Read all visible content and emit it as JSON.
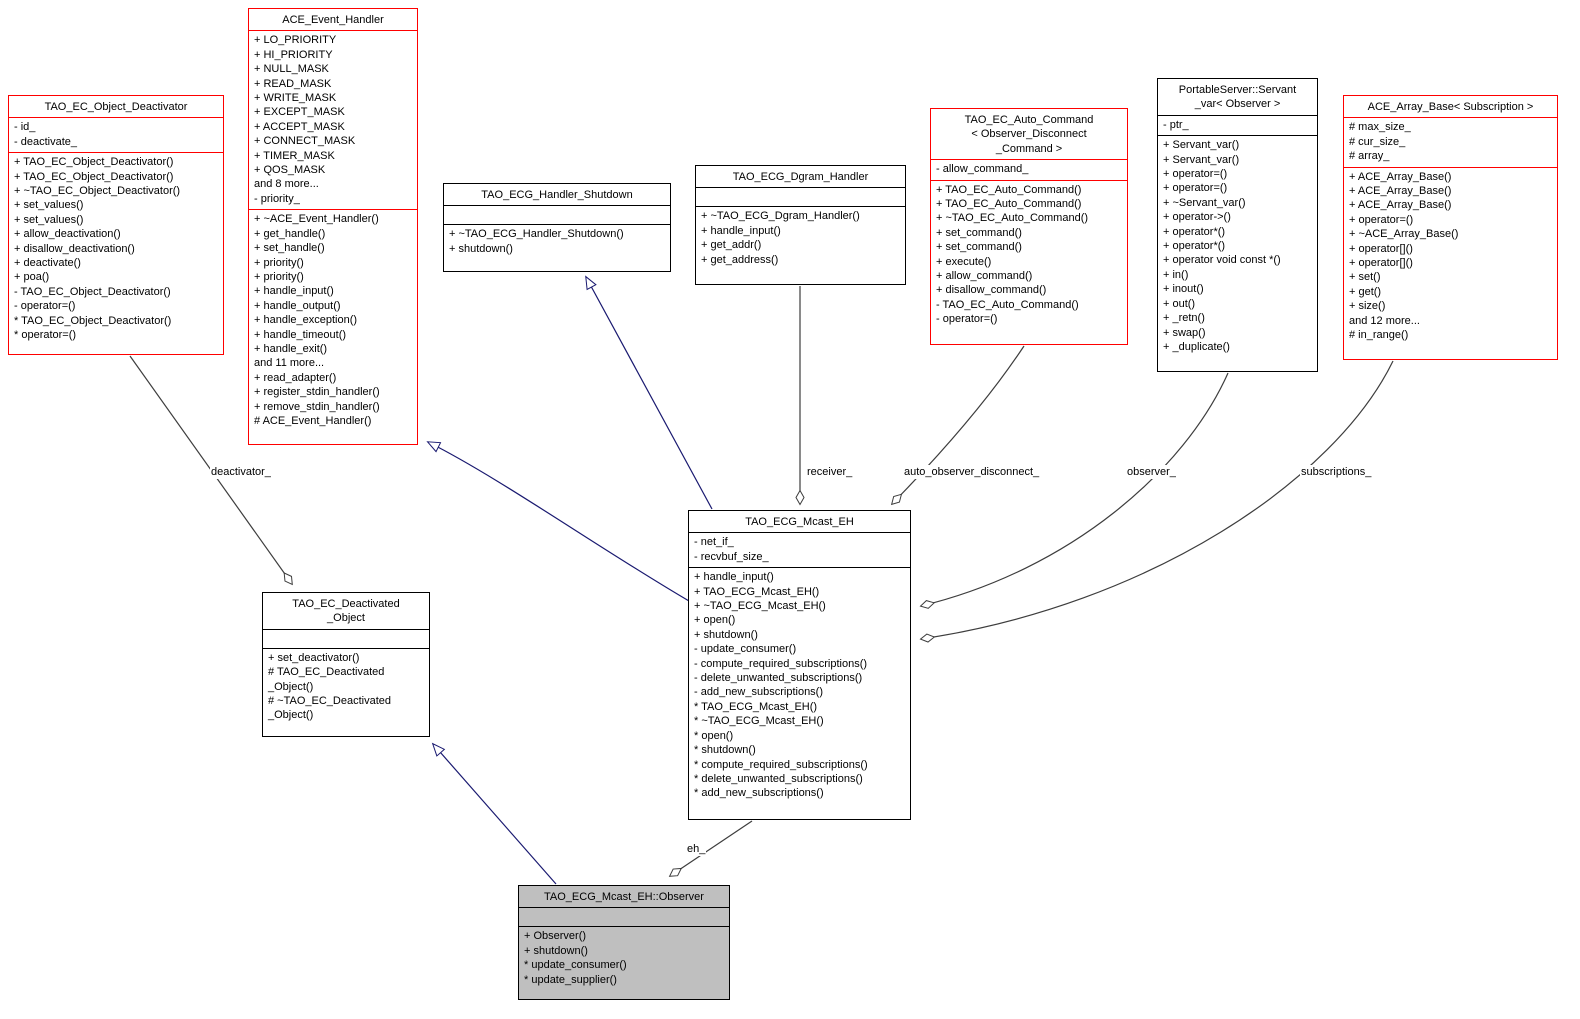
{
  "colors": {
    "class_border_red": "#ff0000",
    "class_border_black": "#000000",
    "class_fill": "#ffffff",
    "focus_class_fill": "#bfbfbf",
    "inheritance_edge": "#191970",
    "aggregation_edge": "#3d3d3d",
    "text": "#000000"
  },
  "classes": {
    "object_deactivator": {
      "title_lines": [
        "TAO_EC_Object_Deactivator"
      ],
      "attributes": [
        "- id_",
        "- deactivate_"
      ],
      "methods": [
        "+ TAO_EC_Object_Deactivator()",
        "+ TAO_EC_Object_Deactivator()",
        "+ ~TAO_EC_Object_Deactivator()",
        "+ set_values()",
        "+ set_values()",
        "+ allow_deactivation()",
        "+ disallow_deactivation()",
        "+ deactivate()",
        "+ poa()",
        "- TAO_EC_Object_Deactivator()",
        "- operator=()",
        "* TAO_EC_Object_Deactivator()",
        "* operator=()"
      ]
    },
    "event_handler": {
      "title_lines": [
        "ACE_Event_Handler"
      ],
      "attributes": [
        "+ LO_PRIORITY",
        "+ HI_PRIORITY",
        "+ NULL_MASK",
        "+ READ_MASK",
        "+ WRITE_MASK",
        "+ EXCEPT_MASK",
        "+ ACCEPT_MASK",
        "+ CONNECT_MASK",
        "+ TIMER_MASK",
        "+ QOS_MASK",
        "and 8 more...",
        "- priority_"
      ],
      "methods": [
        "+ ~ACE_Event_Handler()",
        "+ get_handle()",
        "+ set_handle()",
        "+ priority()",
        "+ priority()",
        "+ handle_input()",
        "+ handle_output()",
        "+ handle_exception()",
        "+ handle_timeout()",
        "+ handle_exit()",
        "and 11 more...",
        "+ read_adapter()",
        "+ register_stdin_handler()",
        "+ remove_stdin_handler()",
        "# ACE_Event_Handler()"
      ]
    },
    "handler_shutdown": {
      "title_lines": [
        "TAO_ECG_Handler_Shutdown"
      ],
      "attributes": [],
      "methods": [
        "+ ~TAO_ECG_Handler_Shutdown()",
        "+ shutdown()"
      ]
    },
    "dgram_handler": {
      "title_lines": [
        "TAO_ECG_Dgram_Handler"
      ],
      "attributes": [],
      "methods": [
        "+ ~TAO_ECG_Dgram_Handler()",
        "+ handle_input()",
        "+ get_addr()",
        "+ get_address()"
      ]
    },
    "auto_command": {
      "title_lines": [
        "TAO_EC_Auto_Command",
        "< Observer_Disconnect",
        "_Command >"
      ],
      "attributes": [
        "- allow_command_"
      ],
      "methods": [
        "+ TAO_EC_Auto_Command()",
        "+ TAO_EC_Auto_Command()",
        "+ ~TAO_EC_Auto_Command()",
        "+ set_command()",
        "+ set_command()",
        "+ execute()",
        "+ allow_command()",
        "+ disallow_command()",
        "- TAO_EC_Auto_Command()",
        "- operator=()"
      ]
    },
    "servant_var": {
      "title_lines": [
        "PortableServer::Servant",
        "_var< Observer >"
      ],
      "attributes": [
        "- ptr_"
      ],
      "methods": [
        "+ Servant_var()",
        "+ Servant_var()",
        "+ operator=()",
        "+ operator=()",
        "+ ~Servant_var()",
        "+ operator->()",
        "+ operator*()",
        "+ operator*()",
        "+ operator void const *()",
        "+ in()",
        "+ inout()",
        "+ out()",
        "+ _retn()",
        "+ swap()",
        "+ _duplicate()"
      ]
    },
    "array_base": {
      "title_lines": [
        "ACE_Array_Base< Subscription >"
      ],
      "attributes": [
        "# max_size_",
        "# cur_size_",
        "# array_"
      ],
      "methods": [
        "+ ACE_Array_Base()",
        "+ ACE_Array_Base()",
        "+ ACE_Array_Base()",
        "+ operator=()",
        "+ ~ACE_Array_Base()",
        "+ operator[]()",
        "+ operator[]()",
        "+ set()",
        "+ get()",
        "+ size()",
        "and 12 more...",
        "# in_range()"
      ]
    },
    "mcast_eh": {
      "title_lines": [
        "TAO_ECG_Mcast_EH"
      ],
      "attributes": [
        "- net_if_",
        "- recvbuf_size_"
      ],
      "methods": [
        "+ handle_input()",
        "+ TAO_ECG_Mcast_EH()",
        "+ ~TAO_ECG_Mcast_EH()",
        "+ open()",
        "+ shutdown()",
        "- update_consumer()",
        "- compute_required_subscriptions()",
        "- delete_unwanted_subscriptions()",
        "- add_new_subscriptions()",
        "* TAO_ECG_Mcast_EH()",
        "* ~TAO_ECG_Mcast_EH()",
        "* open()",
        "* shutdown()",
        "* compute_required_subscriptions()",
        "* delete_unwanted_subscriptions()",
        "* add_new_subscriptions()"
      ]
    },
    "deactivated_object": {
      "title_lines": [
        "TAO_EC_Deactivated",
        "_Object"
      ],
      "attributes": [],
      "methods": [
        "+ set_deactivator()",
        "# TAO_EC_Deactivated",
        "_Object()",
        "# ~TAO_EC_Deactivated",
        "_Object()"
      ]
    },
    "observer": {
      "title_lines": [
        "TAO_ECG_Mcast_EH::Observer"
      ],
      "attributes": [],
      "methods": [
        "+ Observer()",
        "+ shutdown()",
        "* update_consumer()",
        "* update_supplier()"
      ]
    }
  },
  "edges": {
    "labels": {
      "deactivator": "deactivator_",
      "receiver": "receiver_",
      "auto_observer_disconnect": "auto_observer_disconnect_",
      "observer": "observer_",
      "subscriptions": "subscriptions_",
      "eh": "eh_"
    }
  }
}
